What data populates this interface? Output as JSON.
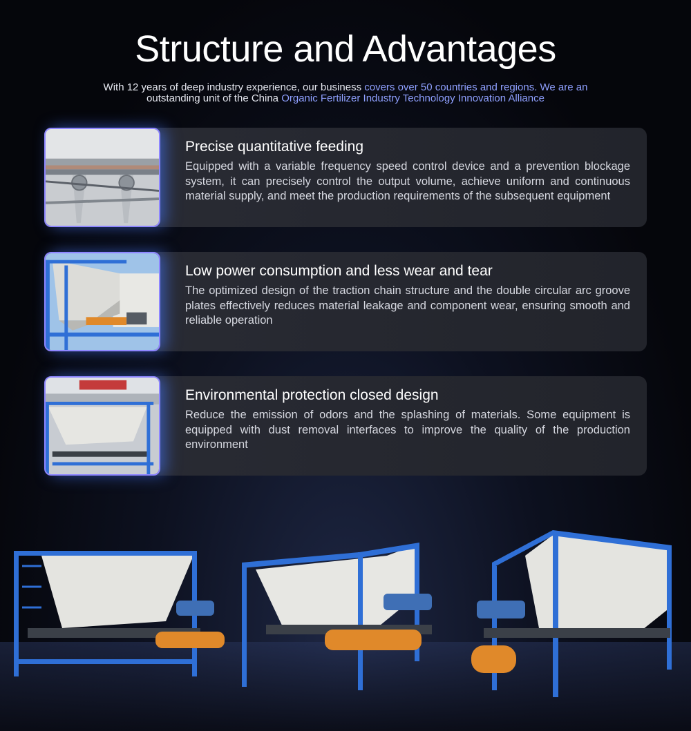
{
  "header": {
    "title": "Structure and Advantages",
    "subtitle_part1": "With 12 years of deep industry experience, our business ",
    "subtitle_part2": "covers over 50 countries and regions. We are an",
    "subtitle_part3": "outstanding unit of the China ",
    "subtitle_part4": "Organic Fertilizer Industry Technology Innovation Alliance"
  },
  "cards": [
    {
      "title": "Precise quantitative feeding",
      "description": "Equipped with a variable frequency speed control device and a prevention blockage system, it can precisely control the output volume, achieve uniform and continuous material supply, and meet the production requirements of the subsequent equipment",
      "image_icon": "roller-closeup-photo"
    },
    {
      "title": "Low power consumption and less wear and tear",
      "description": "The optimized design of the traction chain structure and the double circular arc groove plates effectively reduces material leakage and component wear, ensuring smooth and reliable operation",
      "image_icon": "hopper-photo"
    },
    {
      "title": "Environmental protection closed design",
      "description": "Reduce the emission of odors and the splashing of materials. Some equipment is equipped with dust removal interfaces to improve the quality of the production environment",
      "image_icon": "factory-hopper-photo"
    }
  ],
  "colors": {
    "accent": "#8fa0ff",
    "frame_blue": "#2f6fd6",
    "belt_orange": "#e0892a"
  }
}
